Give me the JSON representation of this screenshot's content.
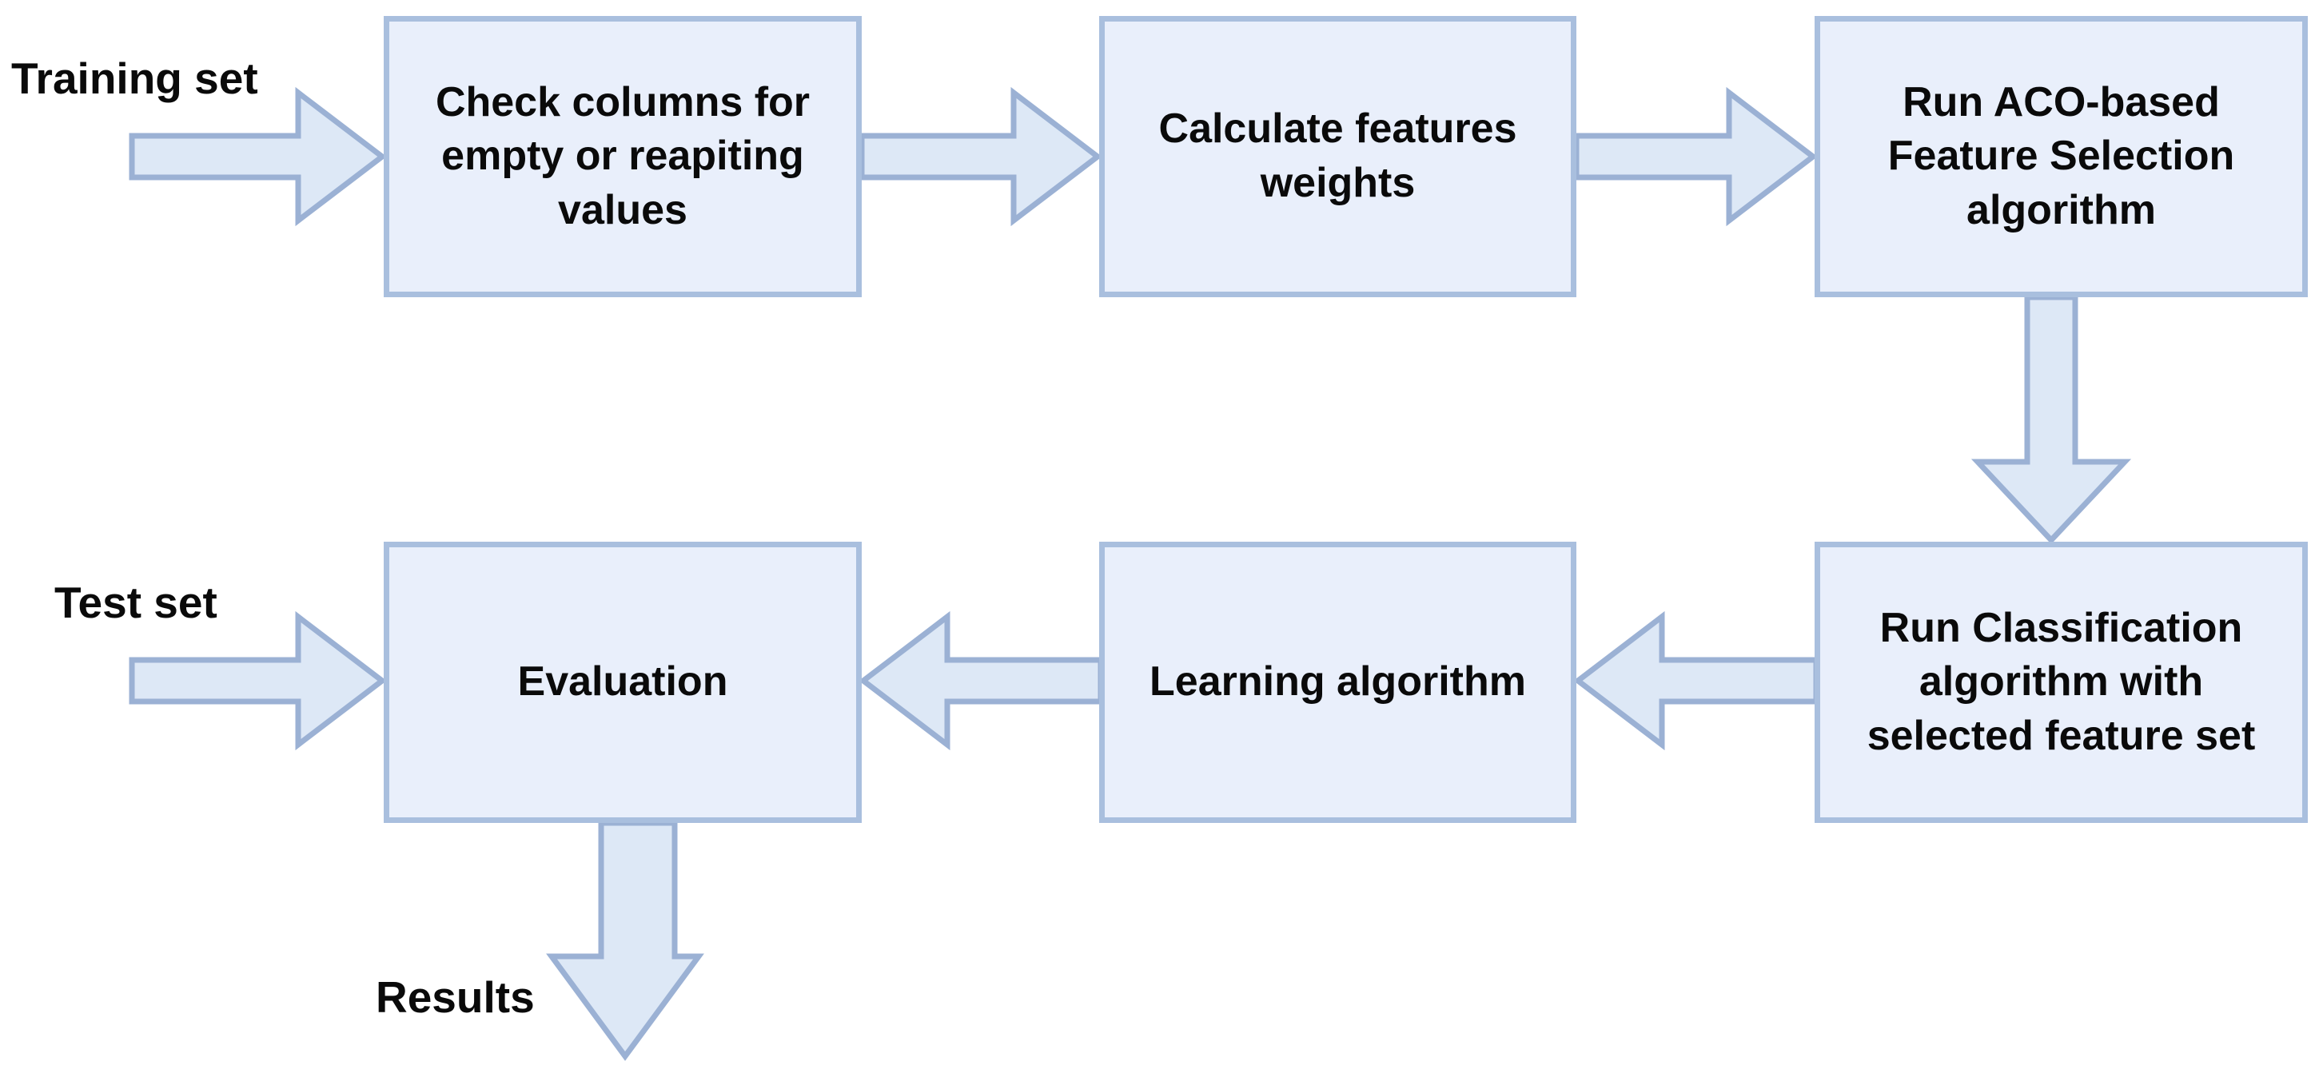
{
  "diagram": {
    "colors": {
      "background": "#ffffff",
      "box_fill": "#e9effb",
      "box_border": "#a9bfde",
      "arrow_fill": "#dde8f6",
      "arrow_border": "#9bb1d4",
      "text": "#0a0a0a"
    },
    "inputs": {
      "training_set_label": "Training set",
      "test_set_label": "Test set"
    },
    "output": {
      "results_label": "Results"
    },
    "boxes": [
      {
        "id": "check-columns",
        "text": "Check columns for\nempty or reapiting\nvalues"
      },
      {
        "id": "calculate-weights",
        "text": "Calculate features\nweights"
      },
      {
        "id": "aco-feature-selection",
        "text": "Run ACO-based\nFeature Selection\nalgorithm"
      },
      {
        "id": "run-classification",
        "text": "Run Classification\nalgorithm with\nselected feature set"
      },
      {
        "id": "learning-algorithm",
        "text": "Learning algorithm"
      },
      {
        "id": "evaluation",
        "text": "Evaluation"
      }
    ],
    "arrows": [
      {
        "name": "training-set-to-check-columns",
        "direction": "right"
      },
      {
        "name": "check-columns-to-calculate-weights",
        "direction": "right"
      },
      {
        "name": "calculate-weights-to-aco",
        "direction": "right"
      },
      {
        "name": "aco-to-classification",
        "direction": "down"
      },
      {
        "name": "classification-to-learning",
        "direction": "left"
      },
      {
        "name": "learning-to-evaluation",
        "direction": "left"
      },
      {
        "name": "test-set-to-evaluation",
        "direction": "right"
      },
      {
        "name": "evaluation-to-results",
        "direction": "down"
      }
    ]
  }
}
